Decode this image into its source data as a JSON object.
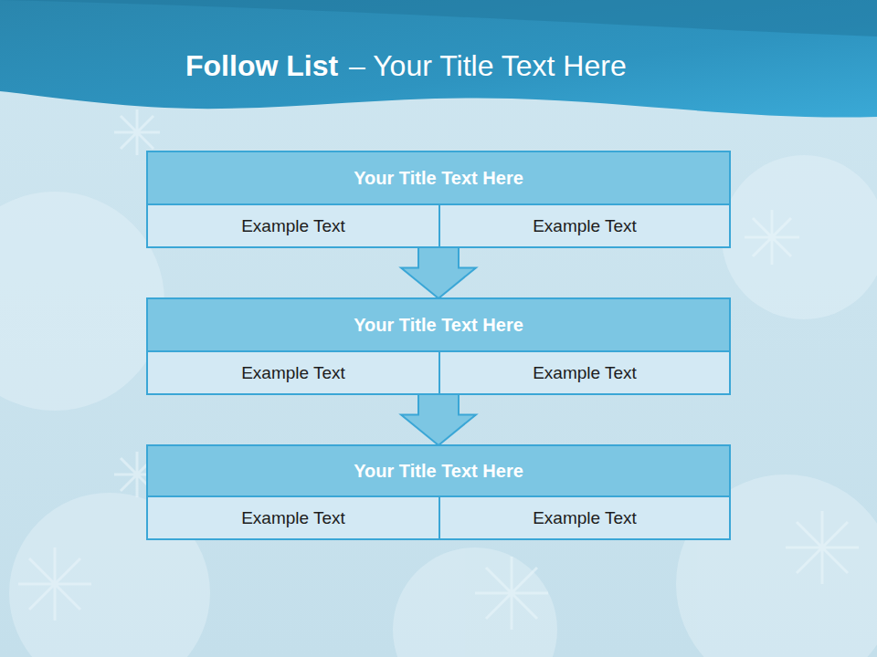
{
  "diagram": {
    "title": "Follow List",
    "nodes": [
      {
        "text": [
          "Your Title Text Here"
        ]
      },
      {
        "text": [
          "Example Text"
        ],
        "in": 0
      },
      {
        "text": [
          "Example Text"
        ],
        "in": 0
      },
      {
        "text": [
          "Your Title Text Here"
        ]
      },
      {
        "text": [
          "Example Text"
        ],
        "in": 3
      },
      {
        "text": [
          "Example Text"
        ],
        "in": 3
      },
      {
        "text": [
          "Your Title Text Here"
        ]
      },
      {
        "text": [
          "Example Text"
        ],
        "in": 6
      },
      {
        "text": [
          "Example Text"
        ],
        "in": 6
      }
    ],
    "edges": [
      {
        "from": 0,
        "to": 3,
        "arrow": "to"
      },
      {
        "from": 3,
        "to": 6,
        "arrow": "to"
      }
    ],
    "labels": [
      "– Your Title Text Here"
    ]
  }
}
